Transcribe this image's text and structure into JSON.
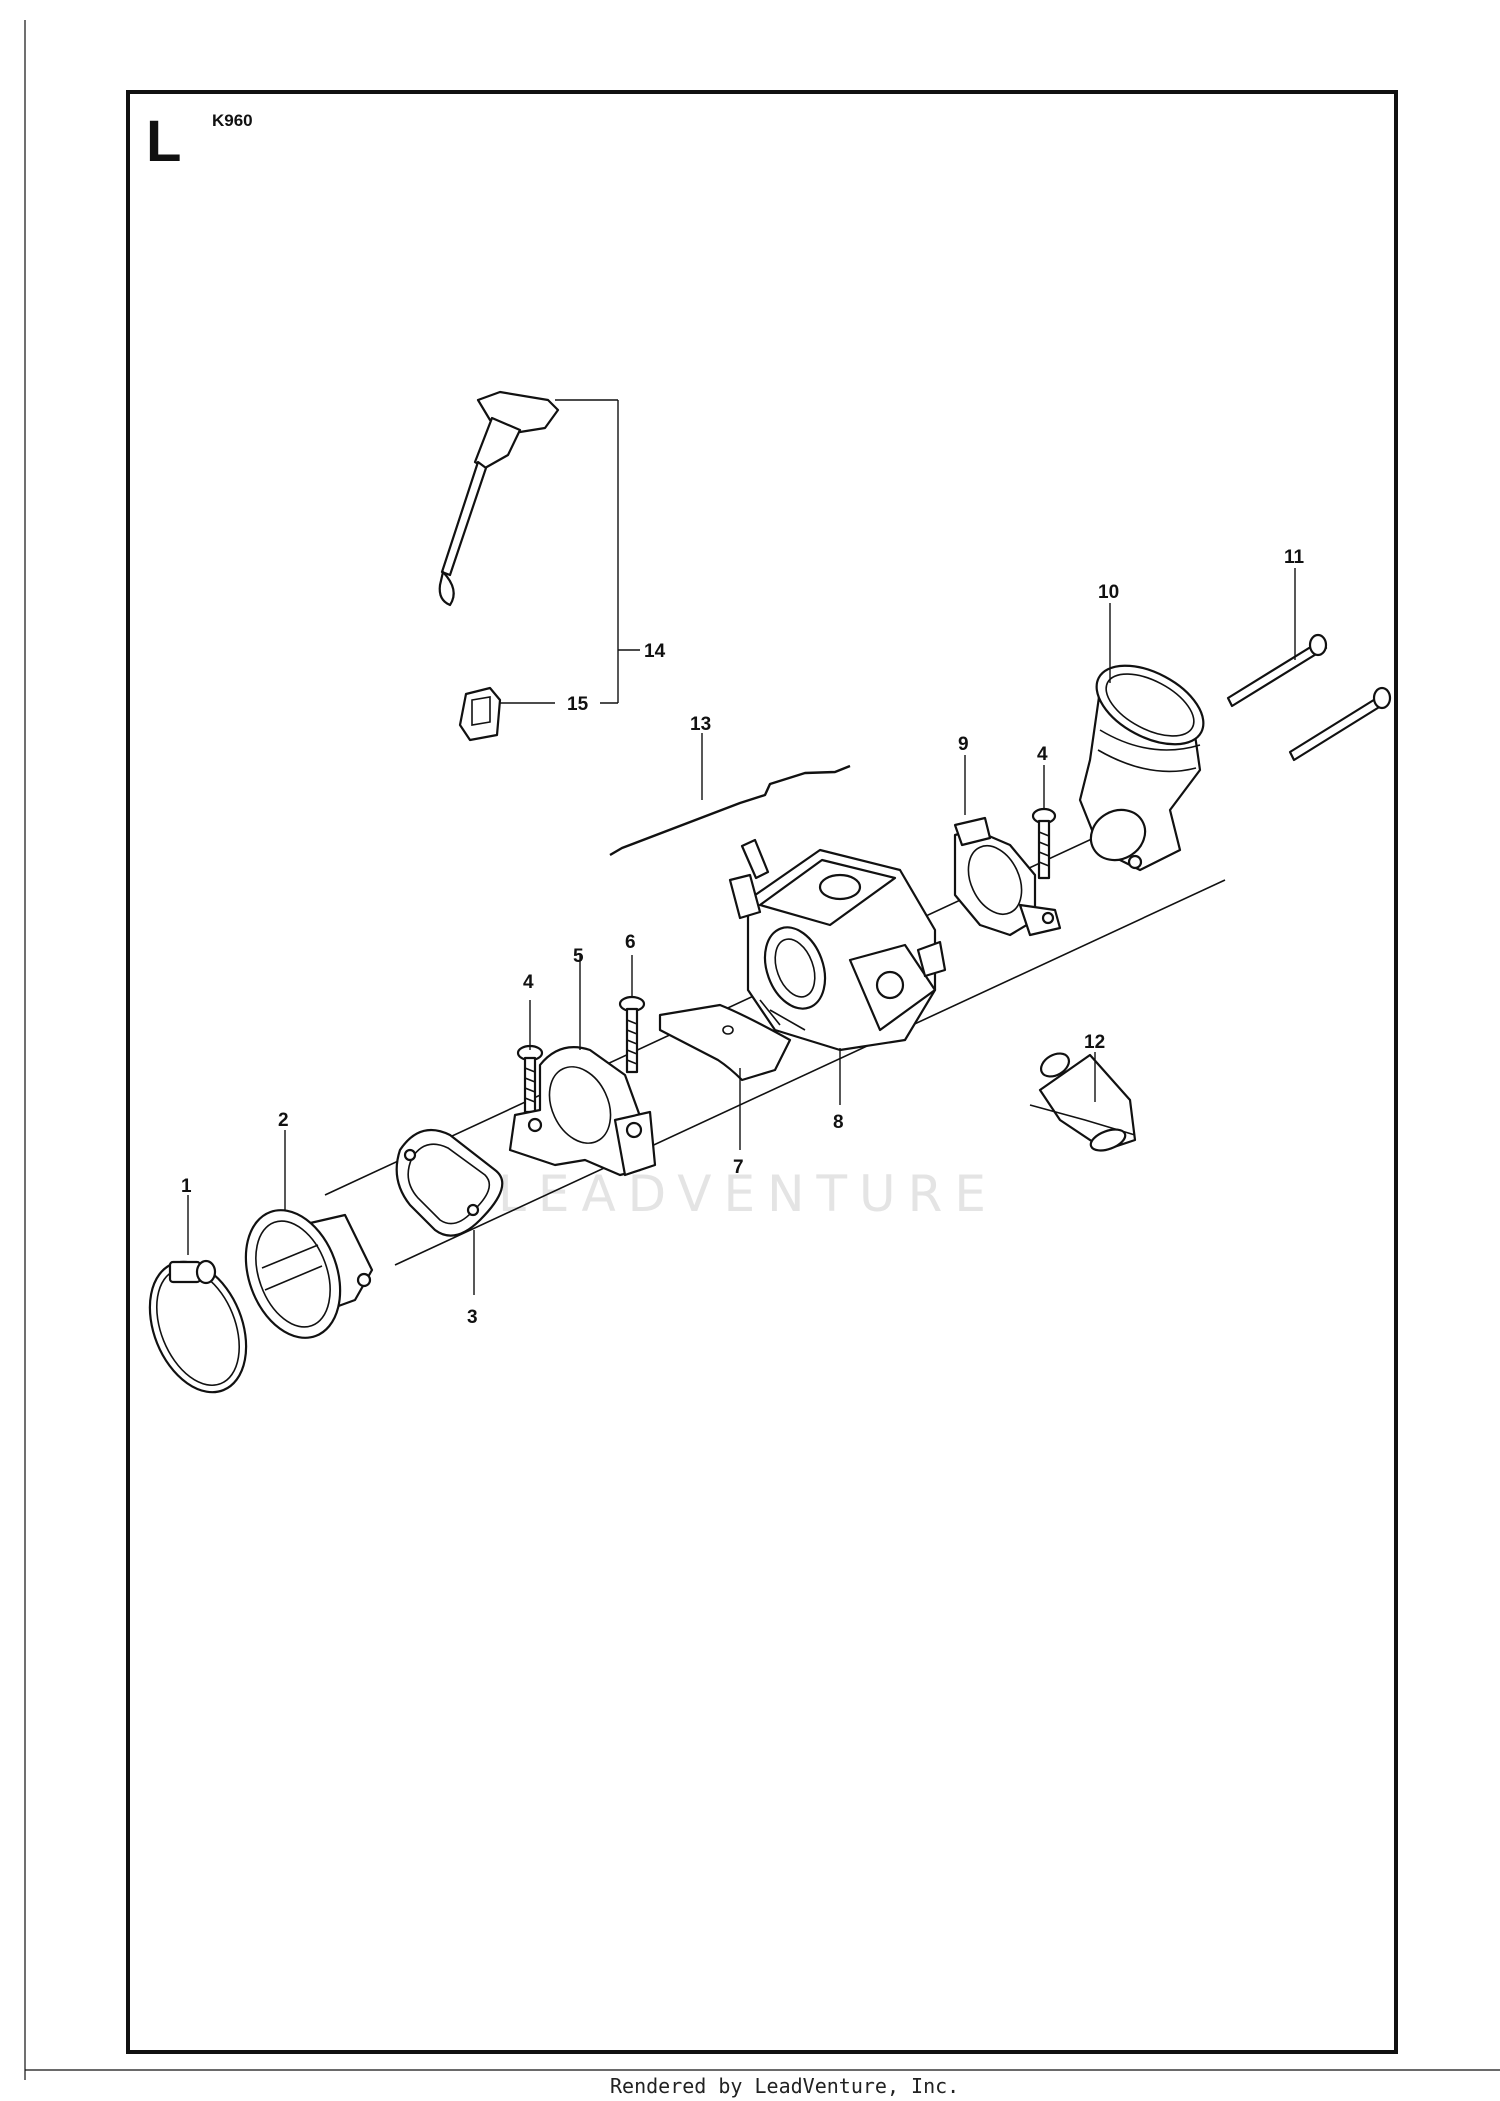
{
  "section_letter": "L",
  "model": "K960",
  "watermark": "LEADVENTURE",
  "footer": "Rendered by LeadVenture, Inc.",
  "callouts": [
    {
      "id": "c1",
      "text": "1"
    },
    {
      "id": "c2",
      "text": "2"
    },
    {
      "id": "c3",
      "text": "3"
    },
    {
      "id": "c4a",
      "text": "4"
    },
    {
      "id": "c4b",
      "text": "4"
    },
    {
      "id": "c5",
      "text": "5"
    },
    {
      "id": "c6",
      "text": "6"
    },
    {
      "id": "c7",
      "text": "7"
    },
    {
      "id": "c8",
      "text": "8"
    },
    {
      "id": "c9",
      "text": "9"
    },
    {
      "id": "c10",
      "text": "10"
    },
    {
      "id": "c11",
      "text": "11"
    },
    {
      "id": "c12",
      "text": "12"
    },
    {
      "id": "c13",
      "text": "13"
    },
    {
      "id": "c14",
      "text": "14"
    },
    {
      "id": "c15",
      "text": "15"
    }
  ]
}
